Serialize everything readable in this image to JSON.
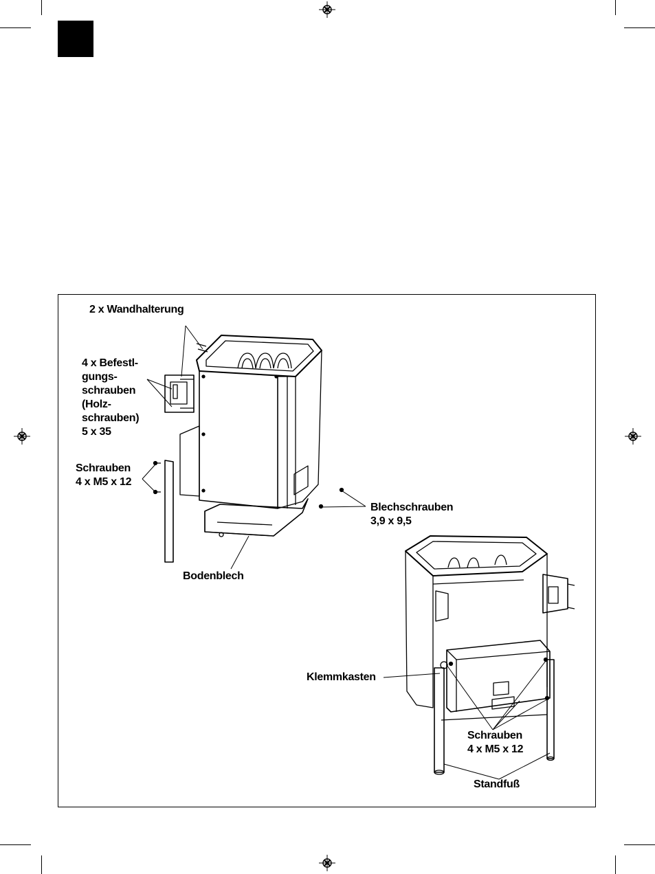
{
  "labels": {
    "wandhalterung": "2 x Wandhalterung",
    "befestigung": [
      "4 x Befestl-",
      "gungs-",
      "schrauben",
      "(Holz-",
      "schrauben)",
      "5 x 35"
    ],
    "schrauben_left": [
      "Schrauben",
      "4 x M5 x 12"
    ],
    "blechschrauben": [
      "Blechschrauben",
      "3,9 x 9,5"
    ],
    "bodenblech": "Bodenblech",
    "klemmkasten": "Klemmkasten",
    "schrauben_right": [
      "Schrauben",
      "4 x M5 x 12"
    ],
    "standfuss": "Standfuß"
  }
}
